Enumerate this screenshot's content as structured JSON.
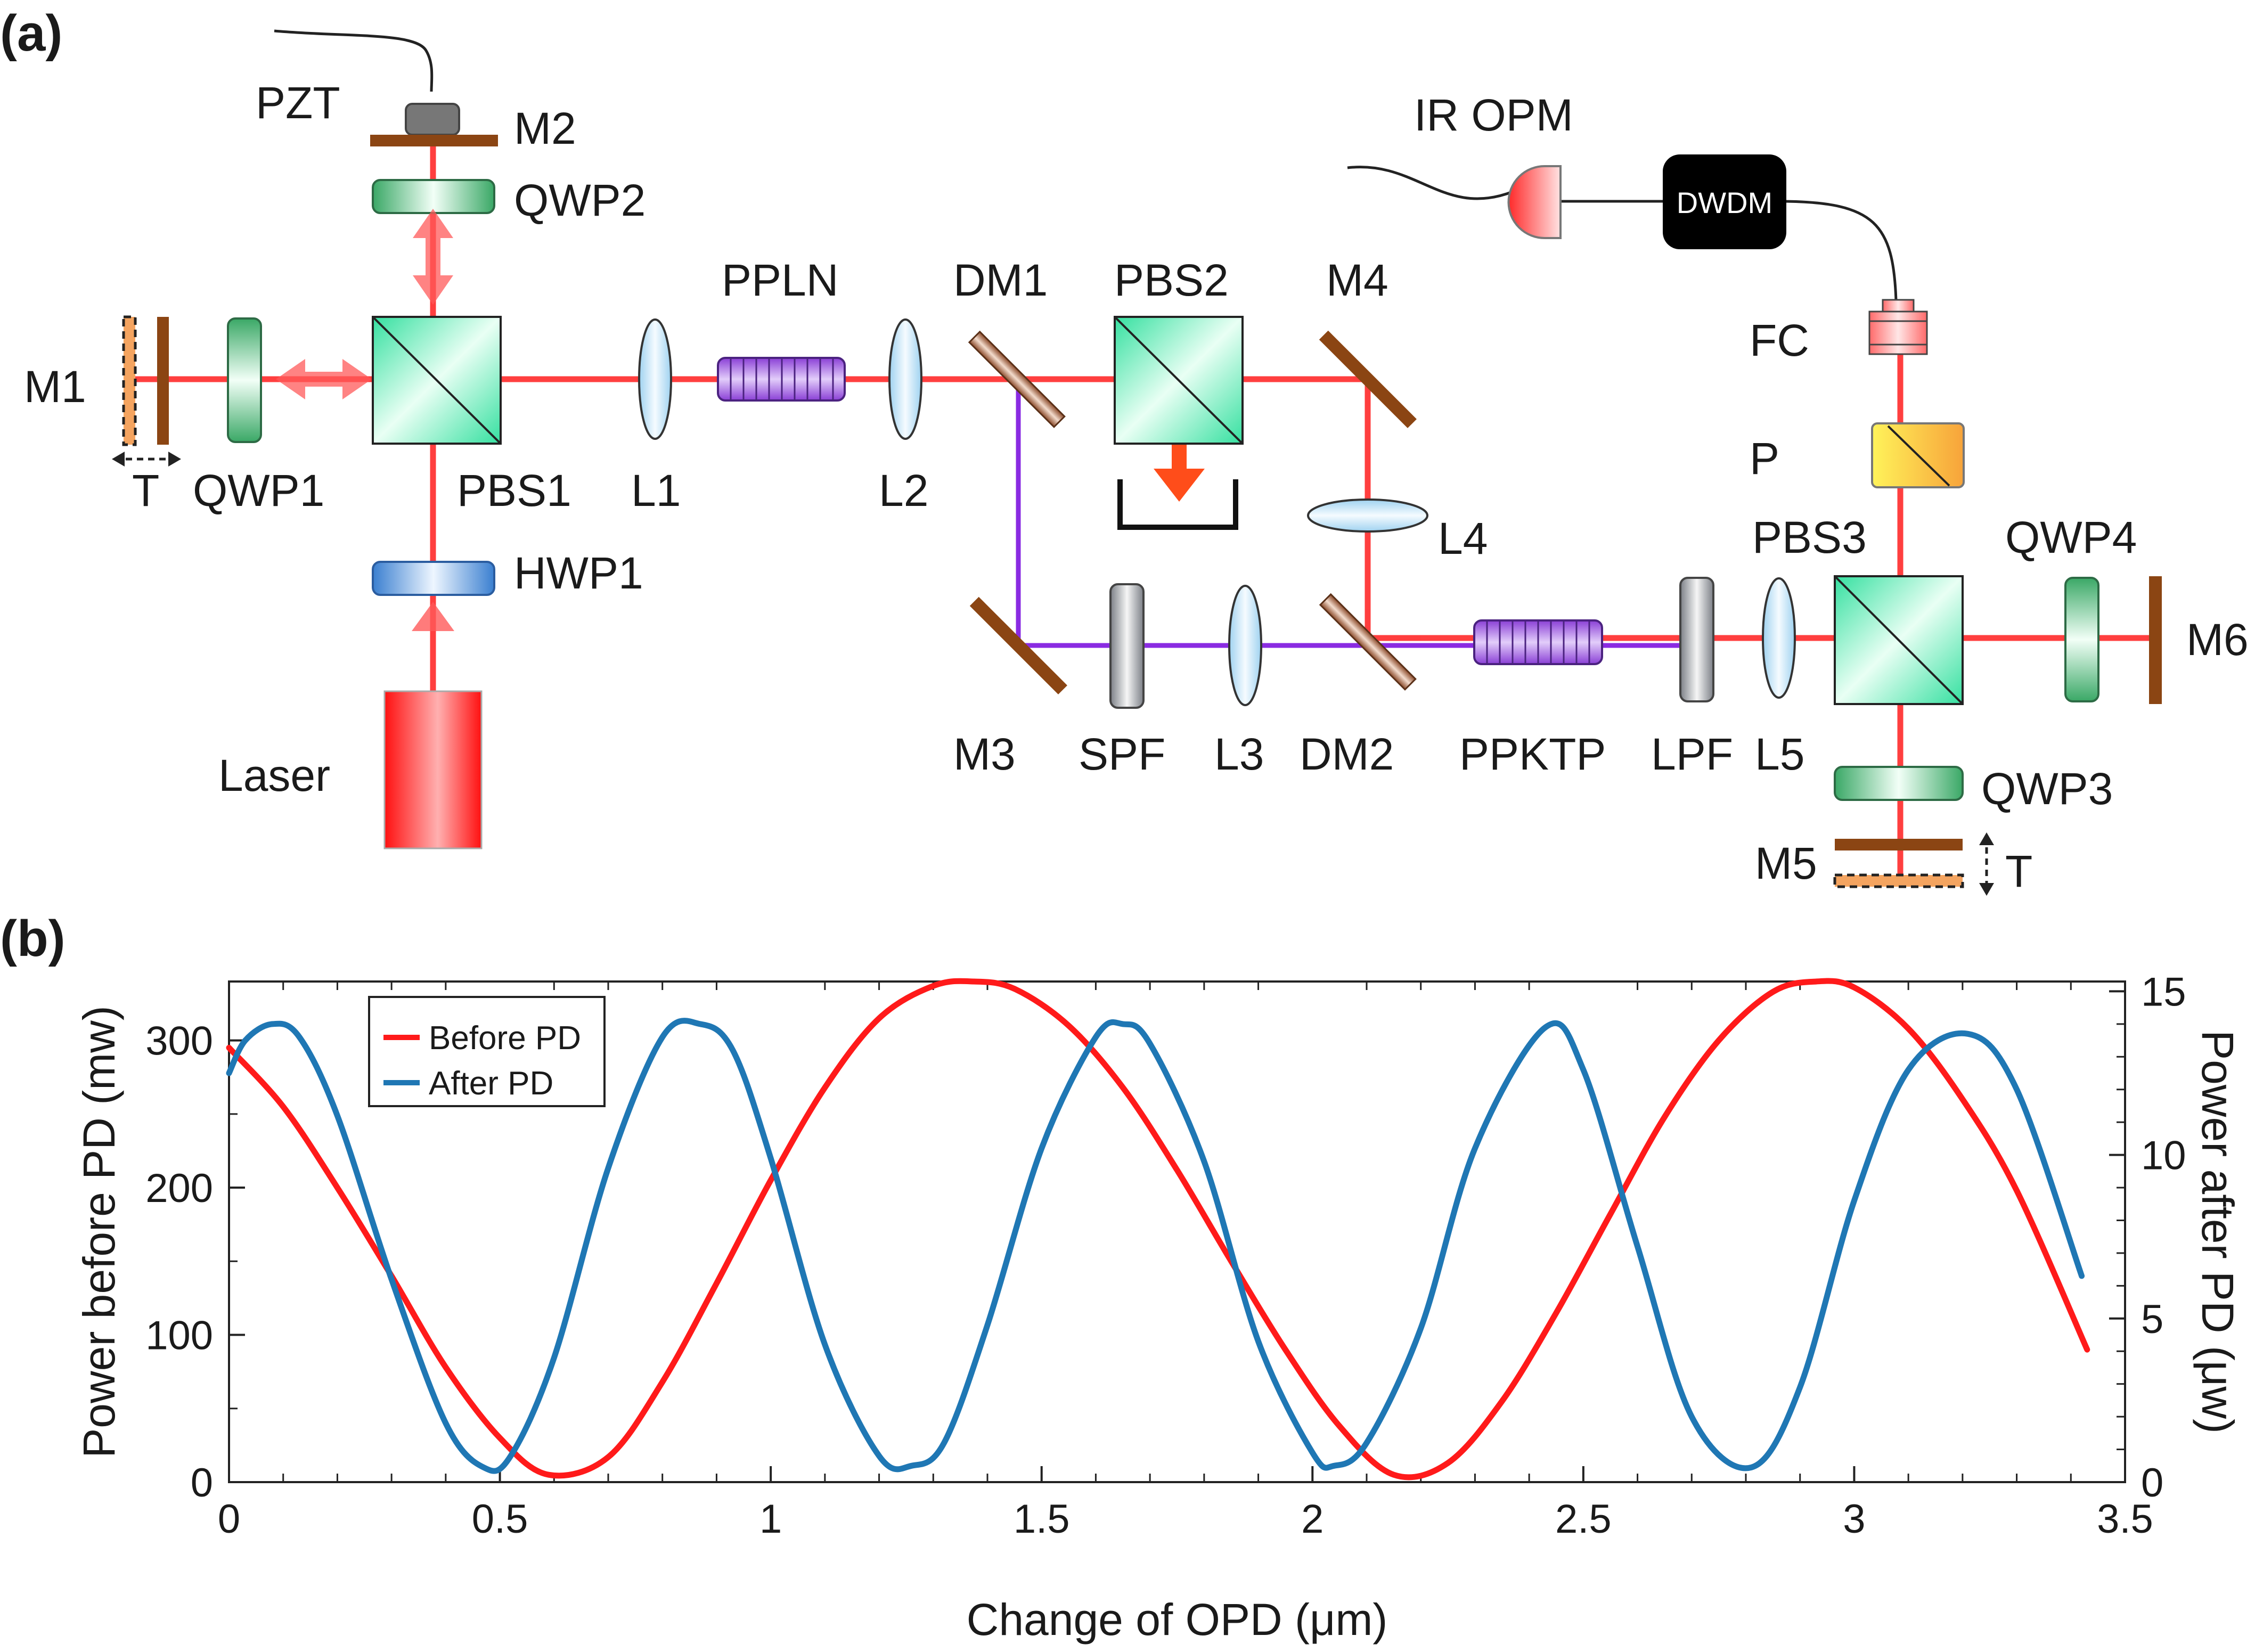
{
  "panel_a": {
    "label": "(a)",
    "components": {
      "pzt": "PZT",
      "m2": "M2",
      "qwp2": "QWP2",
      "m1": "M1",
      "t_left": "T",
      "qwp1": "QWP1",
      "pbs1": "PBS1",
      "hwp1": "HWP1",
      "laser": "Laser",
      "l1": "L1",
      "ppln": "PPLN",
      "l2": "L2",
      "dm1": "DM1",
      "pbs2": "PBS2",
      "m4": "M4",
      "l4": "L4",
      "m3": "M3",
      "spf": "SPF",
      "l3": "L3",
      "dm2": "DM2",
      "ppktp": "PPKTP",
      "lpf": "LPF",
      "l5": "L5",
      "pbs3": "PBS3",
      "qwp4": "QWP4",
      "m6": "M6",
      "qwp3": "QWP3",
      "m5": "M5",
      "t_right": "T",
      "p": "P",
      "fc": "FC",
      "dwdm": "DWDM",
      "ir_opm": "IR OPM"
    },
    "colors": {
      "beam_red": "#ff2a2a",
      "beam_violet": "#8a2be2",
      "mirror": "#8b4513",
      "waveplate": "#3a9d5d"
    }
  },
  "panel_b": {
    "label": "(b)",
    "chart_data": {
      "type": "line",
      "xlabel": "Change of OPD (μm)",
      "ylabel_left": "Power before PD (mw)",
      "ylabel_right": "Power after PD (μw)",
      "xlim": [
        0,
        3.5
      ],
      "ylim_left": [
        0,
        340
      ],
      "ylim_right": [
        0,
        15.3
      ],
      "xticks": [
        "0",
        "0.5",
        "1",
        "1.5",
        "2",
        "2.5",
        "3",
        "3.5"
      ],
      "yticks_left": [
        "0",
        "100",
        "200",
        "300"
      ],
      "yticks_right": [
        "0",
        "5",
        "10",
        "15"
      ],
      "legend_position": "top-left",
      "series": [
        {
          "name": "Before PD",
          "axis": "left",
          "color": "#ff1a1a",
          "x": [
            0,
            0.1,
            0.2,
            0.3,
            0.4,
            0.5,
            0.59,
            0.7,
            0.8,
            0.9,
            1.0,
            1.1,
            1.2,
            1.3,
            1.375,
            1.45,
            1.55,
            1.65,
            1.75,
            1.85,
            1.95,
            2.05,
            2.15,
            2.25,
            2.35,
            2.45,
            2.55,
            2.65,
            2.75,
            2.85,
            2.93,
            3.0,
            3.1,
            3.2,
            3.3,
            3.43
          ],
          "y": [
            295,
            255,
            200,
            140,
            78,
            30,
            5,
            17,
            68,
            135,
            205,
            268,
            315,
            337,
            340,
            335,
            310,
            268,
            212,
            150,
            90,
            38,
            5,
            13,
            55,
            115,
            182,
            248,
            300,
            333,
            340,
            336,
            308,
            260,
            198,
            90
          ]
        },
        {
          "name": "After PD",
          "axis": "right",
          "color": "#1f77b4",
          "x": [
            0,
            0.03,
            0.08,
            0.13,
            0.2,
            0.3,
            0.4,
            0.47,
            0.52,
            0.6,
            0.7,
            0.8,
            0.87,
            0.93,
            1.0,
            1.1,
            1.2,
            1.26,
            1.32,
            1.4,
            1.5,
            1.6,
            1.65,
            1.7,
            1.8,
            1.9,
            2.0,
            2.04,
            2.1,
            2.2,
            2.3,
            2.43,
            2.5,
            2.6,
            2.7,
            2.81,
            2.9,
            3.0,
            3.1,
            3.21,
            3.3,
            3.42
          ],
          "y": [
            12.5,
            13.5,
            14.0,
            13.6,
            11.2,
            6.2,
            1.8,
            0.45,
            0.8,
            3.8,
            9.6,
            13.6,
            14.0,
            13.2,
            9.9,
            4.2,
            0.8,
            0.5,
            1.2,
            4.8,
            10.2,
            13.6,
            14.0,
            13.4,
            9.8,
            4.3,
            0.9,
            0.5,
            1.2,
            4.7,
            10.2,
            13.9,
            12.6,
            7.2,
            2.0,
            0.45,
            2.9,
            8.6,
            12.6,
            13.7,
            12.0,
            6.3
          ]
        }
      ]
    }
  }
}
